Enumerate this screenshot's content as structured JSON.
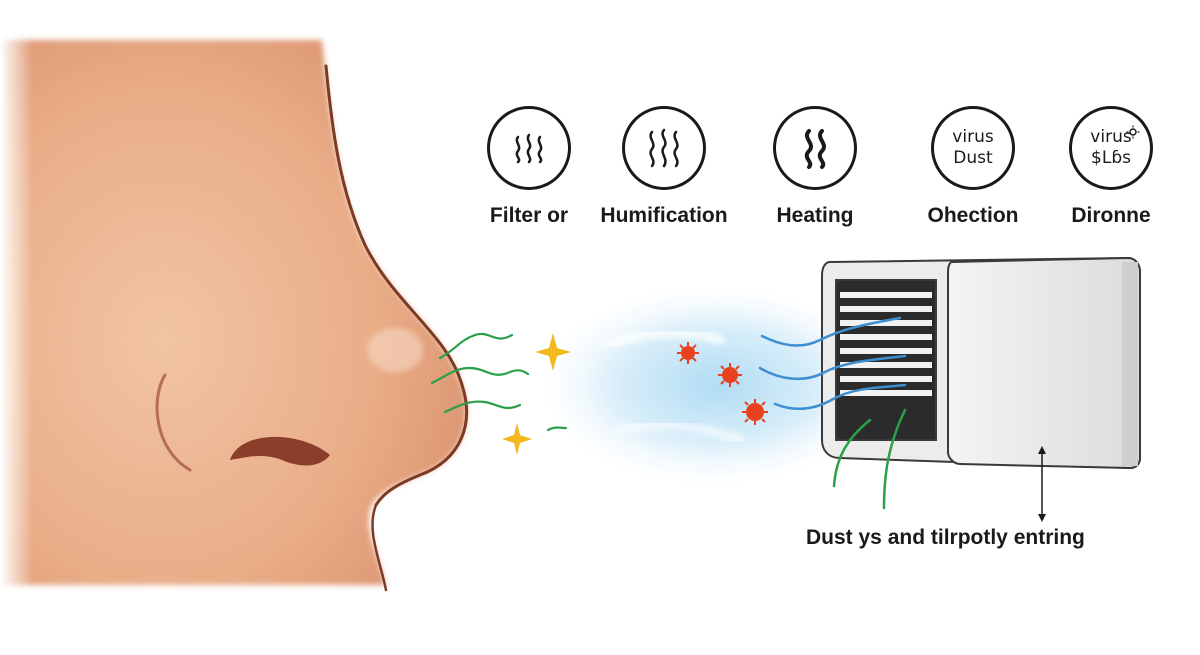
{
  "icons": [
    {
      "label": "Filter or",
      "icon": "steam-waves-icon"
    },
    {
      "label": "Humification",
      "icon": "steam-waves-icon"
    },
    {
      "label": "Heating",
      "icon": "heat-waves-icon"
    },
    {
      "label": "Ohection",
      "icon": "text-badge",
      "lines": [
        "virus",
        "Dust"
      ]
    },
    {
      "label": "Dironne",
      "icon": "text-badge-sun",
      "lines": [
        "virus",
        "$Lɓs"
      ]
    }
  ],
  "caption": "Dust ys and tilrpotly entring",
  "colors": {
    "skin": "#e8a983",
    "skin_shadow": "#a65a40",
    "airflow": "#bfe3f6",
    "green_wave": "#2aa048",
    "blue_wave": "#3d8fd0",
    "particle": "#e8411f",
    "sparkle": "#f2b81e",
    "outline": "#1a1a1a"
  }
}
